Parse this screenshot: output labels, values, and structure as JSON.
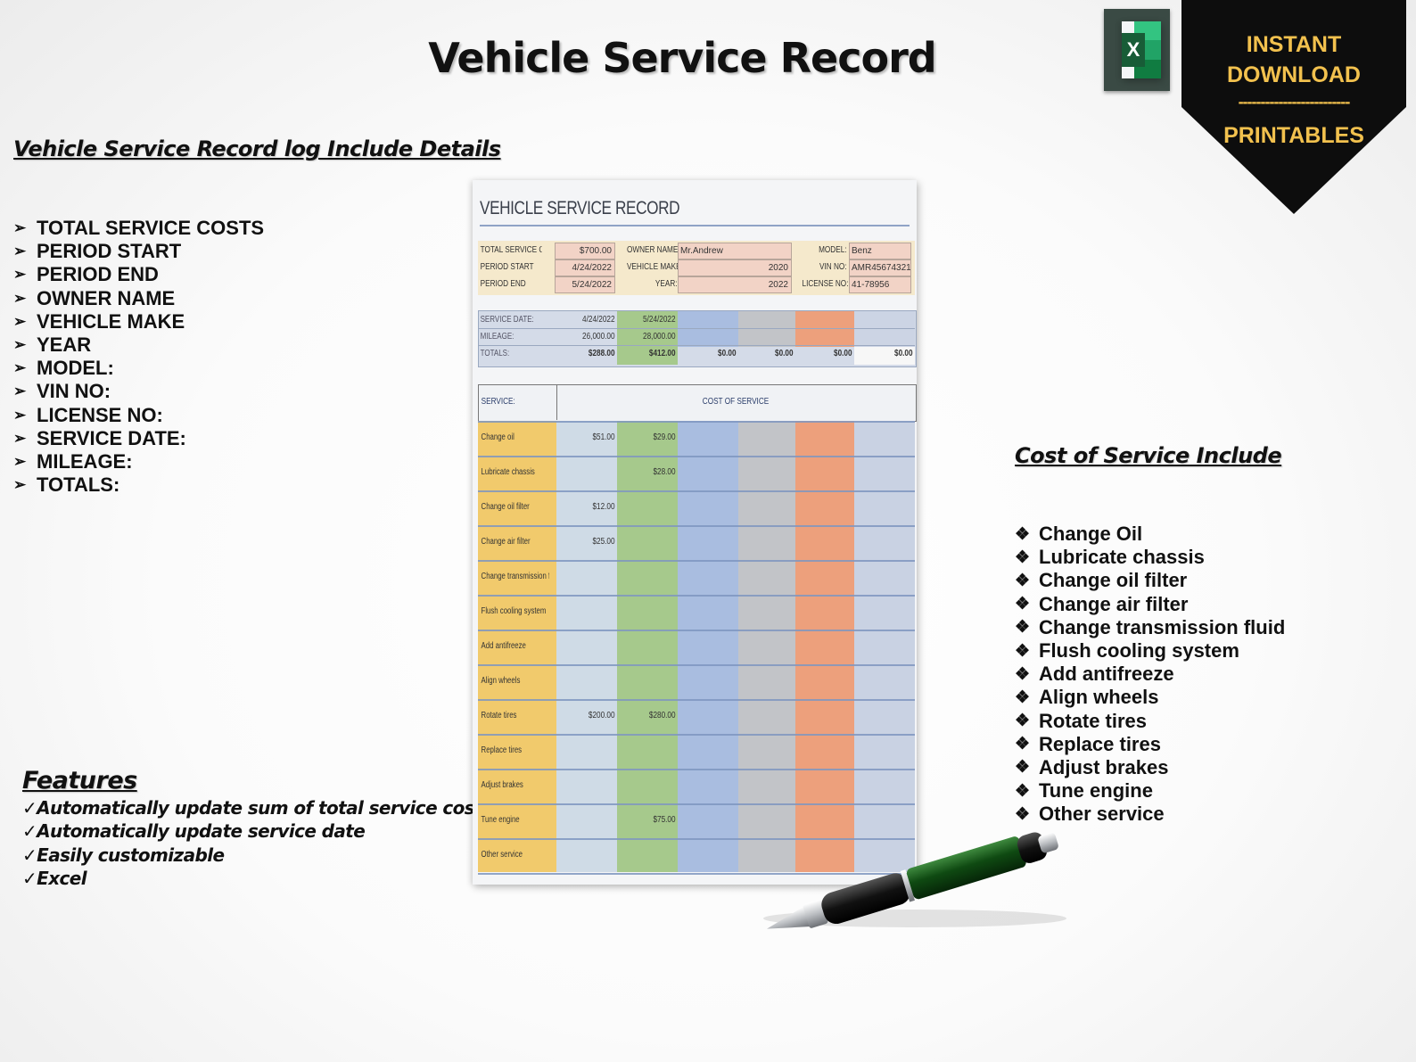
{
  "title": "Vehicle Service Record",
  "badge": {
    "line1": "INSTANT",
    "line2": "DOWNLOAD",
    "dashes": "-------------------------",
    "line3": "PRINTABLES",
    "colors": {
      "background": "#0d0d0d",
      "text": "#f2c14e"
    }
  },
  "excel_icon": {
    "letter": "X",
    "icon": "excel-icon"
  },
  "details": {
    "heading": "Vehicle Service Record log  Include Details",
    "marker": "➢",
    "items": [
      "TOTAL SERVICE COSTS",
      "PERIOD START",
      "PERIOD END",
      "OWNER NAME",
      "VEHICLE MAKE",
      "YEAR",
      "MODEL:",
      "VIN NO:",
      "LICENSE NO:",
      "SERVICE DATE:",
      "MILEAGE:",
      "TOTALS:"
    ]
  },
  "cost_include": {
    "heading": "Cost of Service Include",
    "marker": "❖",
    "items": [
      "Change Oil",
      "Lubricate chassis",
      "Change oil filter",
      "Change air filter",
      "Change transmission fluid",
      "Flush cooling system",
      "Add antifreeze",
      "Align wheels",
      "Rotate tires",
      "Replace tires",
      "Adjust brakes",
      "Tune engine",
      "Other service"
    ]
  },
  "features": {
    "heading": "Features",
    "marker": "✓",
    "items": [
      "Automatically update sum of total service cost",
      "Automatically update service date",
      "Easily customizable",
      "Excel"
    ]
  },
  "sheet": {
    "title": "VEHICLE SERVICE RECORD",
    "info": {
      "total_service_costs_label": "TOTAL SERVICE COSTS:",
      "total_service_costs": "$700.00",
      "period_start_label": "PERIOD START",
      "period_start": "4/24/2022",
      "period_end_label": "PERIOD END",
      "period_end": "5/24/2022",
      "owner_name_label": "OWNER NAME:",
      "owner_name": "Mr.Andrew",
      "vehicle_make_label": "VEHICLE MAKE:",
      "vehicle_make": "2020",
      "year_label": "YEAR:",
      "year": "2022",
      "model_label": "MODEL:",
      "model": "Benz",
      "vin_label": "VIN NO:",
      "vin": "AMR45674321",
      "license_label": "LICENSE NO:",
      "license": "41-78956"
    },
    "summary": {
      "service_date_label": "SERVICE DATE:",
      "mileage_label": "MILEAGE:",
      "totals_label": "TOTALS:",
      "service_dates": [
        "4/24/2022",
        "5/24/2022",
        "",
        "",
        "",
        ""
      ],
      "mileages": [
        "26,000.00",
        "28,000.00",
        "",
        "",
        "",
        ""
      ],
      "totals": [
        "$288.00",
        "$412.00",
        "$0.00",
        "$0.00",
        "$0.00",
        "$0.00"
      ]
    },
    "service_header": "SERVICE:",
    "cost_header": "COST OF SERVICE",
    "column_colors": [
      "#cfdbe6",
      "#a6c98c",
      "#a9bde0",
      "#c2c4c8",
      "#eda07c",
      "#c9d2e3"
    ],
    "label_color": "#f1ca6c",
    "services": [
      {
        "name": "Change oil",
        "costs": [
          "$51.00",
          "$29.00",
          "",
          "",
          "",
          ""
        ]
      },
      {
        "name": "Lubricate chassis",
        "costs": [
          "",
          "$28.00",
          "",
          "",
          "",
          ""
        ]
      },
      {
        "name": "Change oil filter",
        "costs": [
          "$12.00",
          "",
          "",
          "",
          "",
          ""
        ]
      },
      {
        "name": "Change air filter",
        "costs": [
          "$25.00",
          "",
          "",
          "",
          "",
          ""
        ]
      },
      {
        "name": "Change transmission fluid",
        "costs": [
          "",
          "",
          "",
          "",
          "",
          ""
        ]
      },
      {
        "name": "Flush cooling system",
        "costs": [
          "",
          "",
          "",
          "",
          "",
          ""
        ]
      },
      {
        "name": "Add antifreeze",
        "costs": [
          "",
          "",
          "",
          "",
          "",
          ""
        ]
      },
      {
        "name": "Align wheels",
        "costs": [
          "",
          "",
          "",
          "",
          "",
          ""
        ]
      },
      {
        "name": "Rotate tires",
        "costs": [
          "$200.00",
          "$280.00",
          "",
          "",
          "",
          ""
        ]
      },
      {
        "name": "Replace tires",
        "costs": [
          "",
          "",
          "",
          "",
          "",
          ""
        ]
      },
      {
        "name": "Adjust brakes",
        "costs": [
          "",
          "",
          "",
          "",
          "",
          ""
        ]
      },
      {
        "name": "Tune engine",
        "costs": [
          "",
          "$75.00",
          "",
          "",
          "",
          ""
        ]
      },
      {
        "name": "Other service",
        "costs": [
          "",
          "",
          "",
          "",
          "",
          ""
        ]
      }
    ]
  }
}
